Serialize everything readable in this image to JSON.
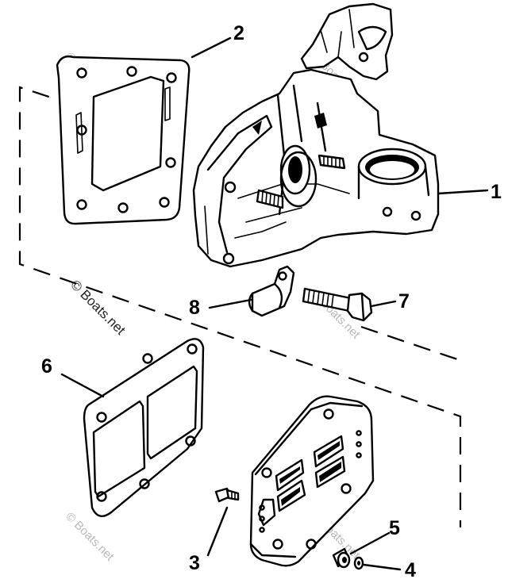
{
  "diagram": {
    "watermark_text": "© Boats.net",
    "callouts": [
      {
        "id": "part-1",
        "label": "1"
      },
      {
        "id": "part-2",
        "label": "2"
      },
      {
        "id": "part-3",
        "label": "3"
      },
      {
        "id": "part-4",
        "label": "4"
      },
      {
        "id": "part-5",
        "label": "5"
      },
      {
        "id": "part-6",
        "label": "6"
      },
      {
        "id": "part-7",
        "label": "7"
      },
      {
        "id": "part-8",
        "label": "8"
      }
    ]
  }
}
